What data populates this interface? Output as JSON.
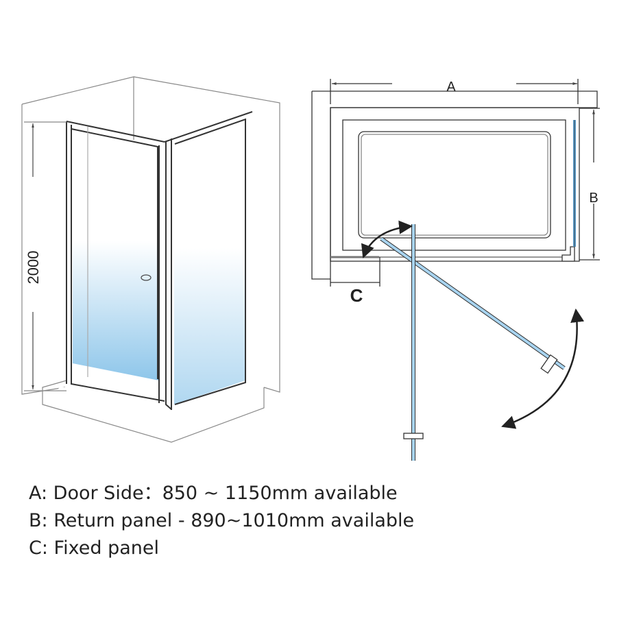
{
  "diagram": {
    "height_label": "2000",
    "label_a": "A",
    "label_b": "B",
    "label_c": "C"
  },
  "legend": [
    "A: Door Side：850 ~ 1150mm available",
    "B: Return panel - 890~1010mm available",
    "C: Fixed panel"
  ],
  "colors": {
    "glass": "#9cc8e4",
    "line": "#333333",
    "wall": "#777777"
  }
}
